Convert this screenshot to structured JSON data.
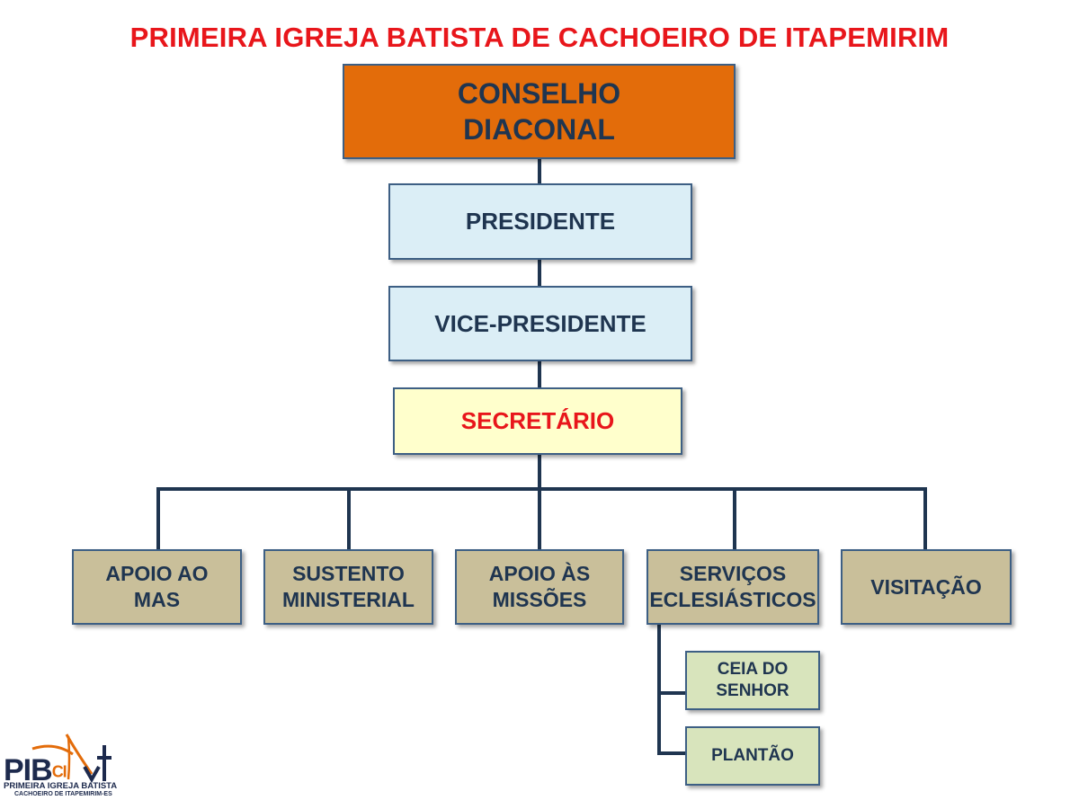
{
  "title": "PRIMEIRA IGREJA BATISTA DE CACHOEIRO DE ITAPEMIRIM",
  "colors": {
    "title": "#e8161b",
    "border": "#3d5f84",
    "connector": "#1f3550",
    "conselho_fill": "#e36c0a",
    "officer_fill": "#dbeef6",
    "secretario_fill": "#ffffcc",
    "ministry_fill": "#c9bf9a",
    "sub_fill": "#d8e4bc",
    "secretario_text": "#e8161b",
    "text": "#1f3550"
  },
  "nodes": {
    "conselho": "CONSELHO\nDIACONAL",
    "presidente": "PRESIDENTE",
    "vice_presidente": "VICE-PRESIDENTE",
    "secretario": "SECRETÁRIO",
    "ministries": [
      "APOIO AO\nMAS",
      "SUSTENTO\nMINISTERIAL",
      "APOIO ÀS\nMISSÕES",
      "SERVIÇOS\nECLESIÁSTICOS",
      "VISITAÇÃO"
    ],
    "sub_items": [
      "CEIA DO\nSENHOR",
      "PLANTÃO"
    ]
  },
  "logo": {
    "main": "PIB",
    "suffix": "CI",
    "line1": "PRIMEIRA IGREJA BATISTA",
    "line2": "CACHOEIRO DE ITAPEMIRIM-ES",
    "icon": "church-logo-icon"
  }
}
